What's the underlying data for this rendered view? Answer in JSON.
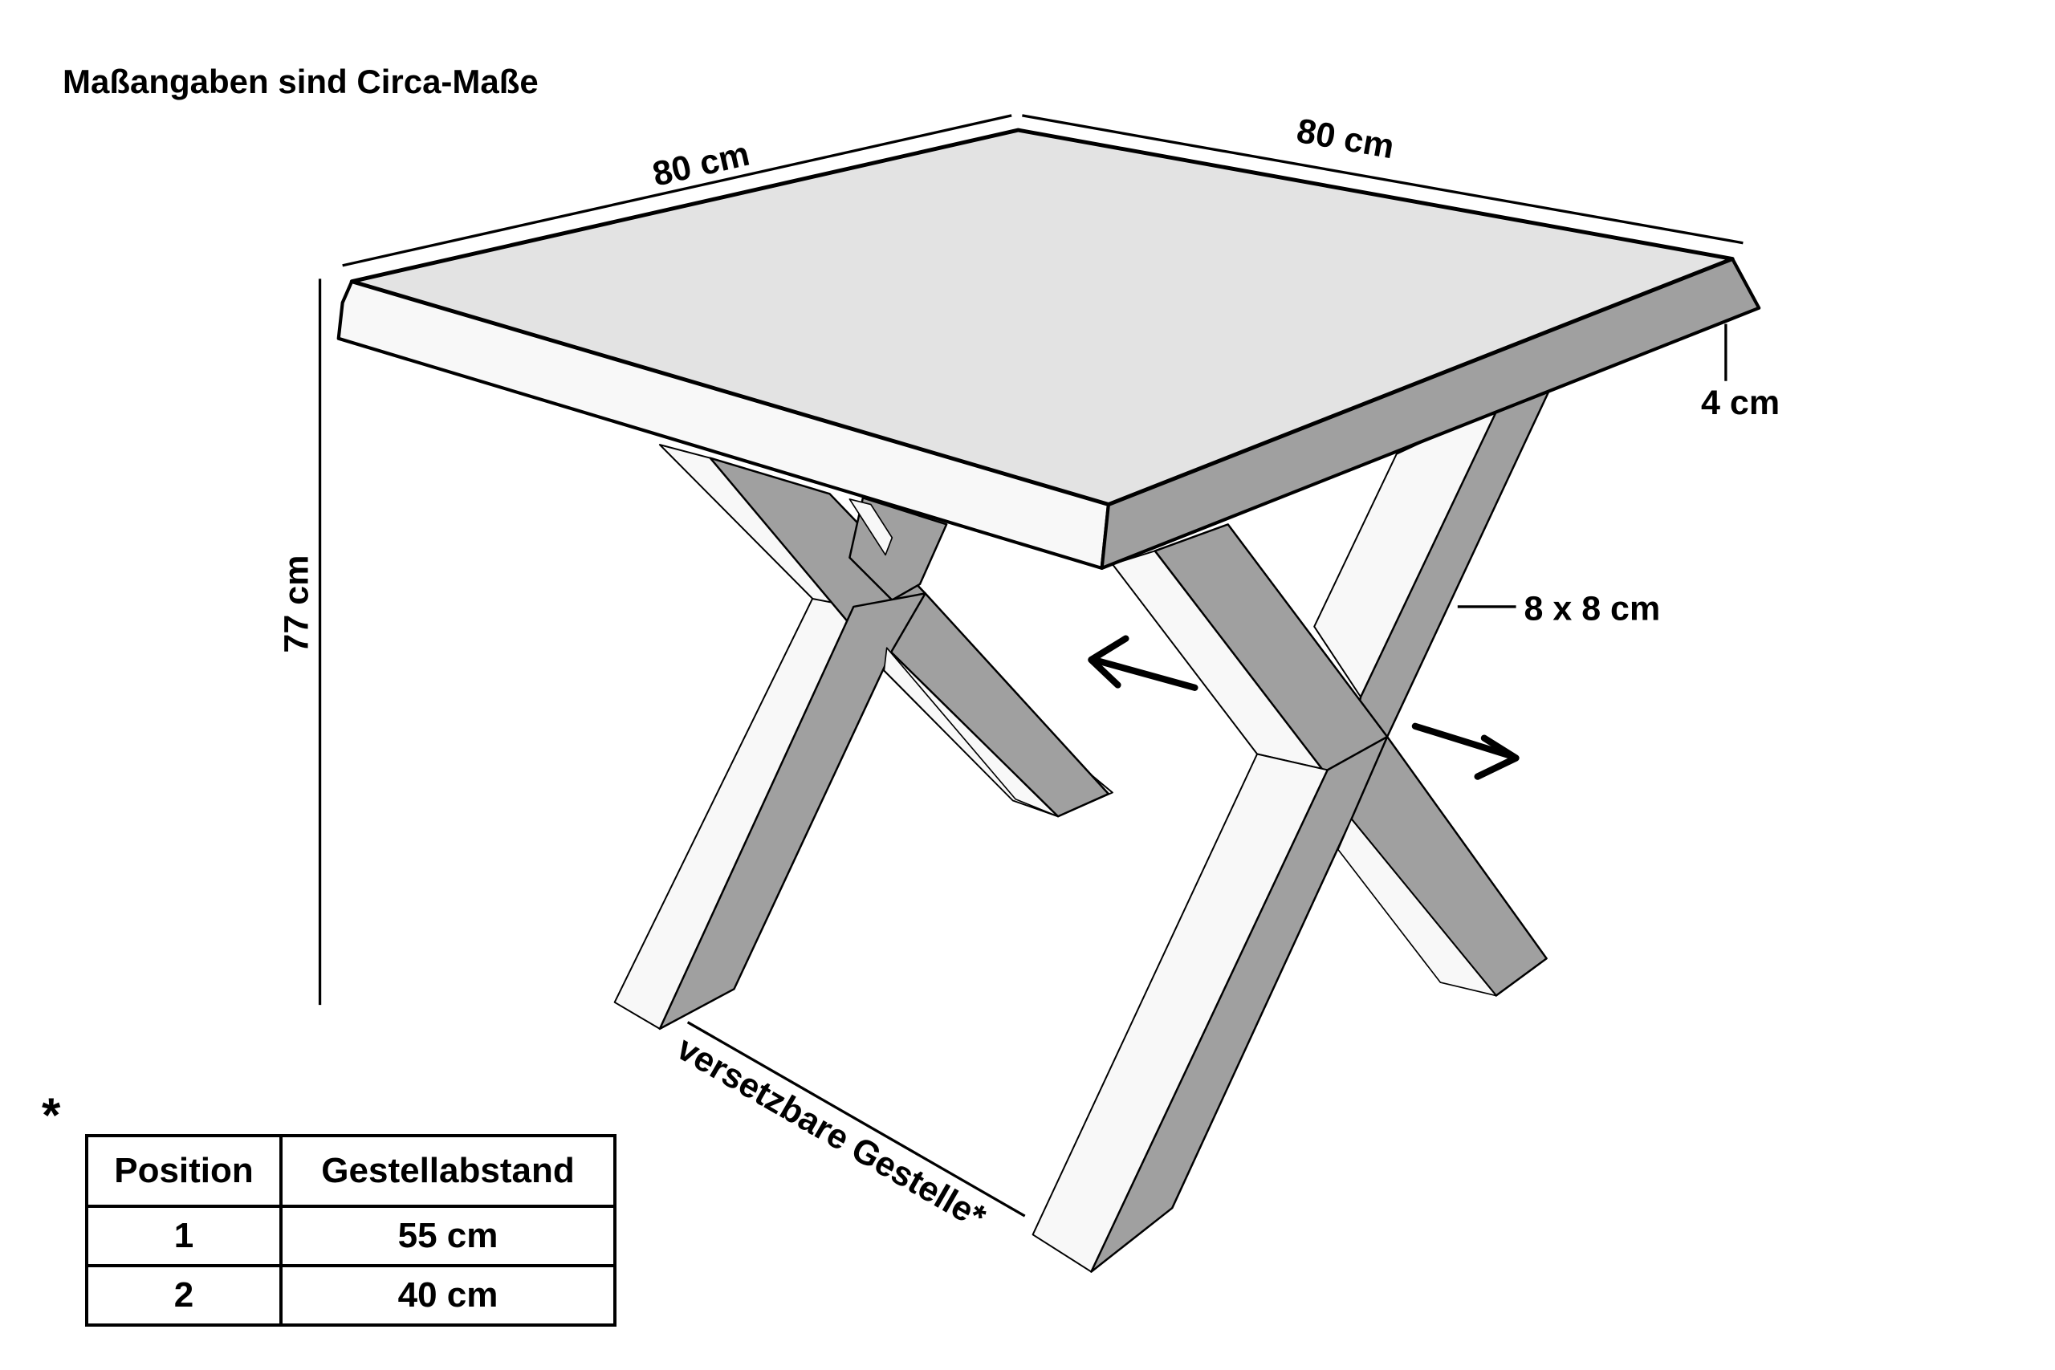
{
  "title": "Maßangaben sind Circa-Maße",
  "dimensions": {
    "width_left": "80 cm",
    "width_right": "80 cm",
    "height": "77 cm",
    "top_thickness": "4 cm",
    "leg_profile": "8 x 8 cm",
    "movable_frames": "versetzbare Gestelle*"
  },
  "footnote_marker": "*",
  "table": {
    "headers": [
      "Position",
      "Gestellabstand"
    ],
    "rows": [
      [
        "1",
        "55 cm"
      ],
      [
        "2",
        "40 cm"
      ]
    ]
  },
  "colors": {
    "top_surface": "#e3e3e3",
    "light_face": "#f8f8f8",
    "dark_face": "#a0a0a0",
    "line": "#000000"
  }
}
